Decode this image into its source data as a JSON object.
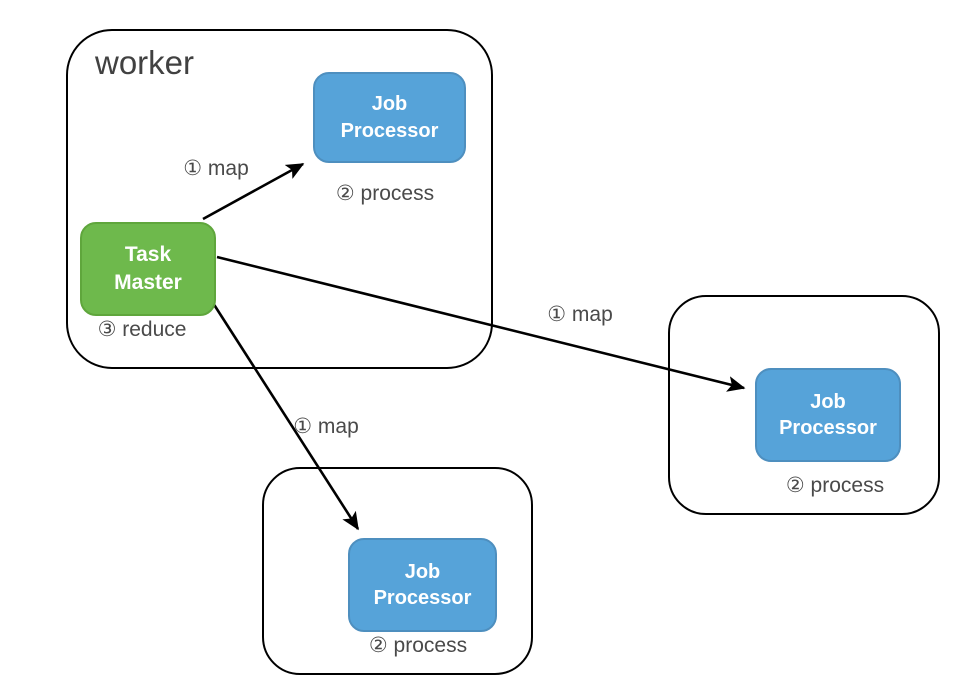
{
  "diagram": {
    "main_worker": {
      "label": "worker",
      "task_master": {
        "label": "Task\nMaster",
        "step": "③ reduce"
      },
      "job_processor": {
        "label": "Job\nProcessor",
        "step": "② process"
      }
    },
    "worker_right": {
      "job_processor": {
        "label": "Job\nProcessor",
        "step": "② process"
      }
    },
    "worker_bottom": {
      "job_processor": {
        "label": "Job\nProcessor",
        "step": "② process"
      }
    },
    "edges": [
      {
        "from": "task-master",
        "to": "job-processor-main",
        "label": "① map"
      },
      {
        "from": "task-master",
        "to": "job-processor-right",
        "label": "① map"
      },
      {
        "from": "task-master",
        "to": "job-processor-bottom",
        "label": "① map"
      }
    ],
    "colors": {
      "processor_fill": "#56A3D9",
      "processor_border": "#4E8FBF",
      "master_fill": "#6EB94C",
      "master_border": "#5FA63C",
      "outline": "#000000",
      "text_dark": "#414141",
      "text_step": "#4A4A4A",
      "text_light": "#FFFFFF"
    }
  }
}
